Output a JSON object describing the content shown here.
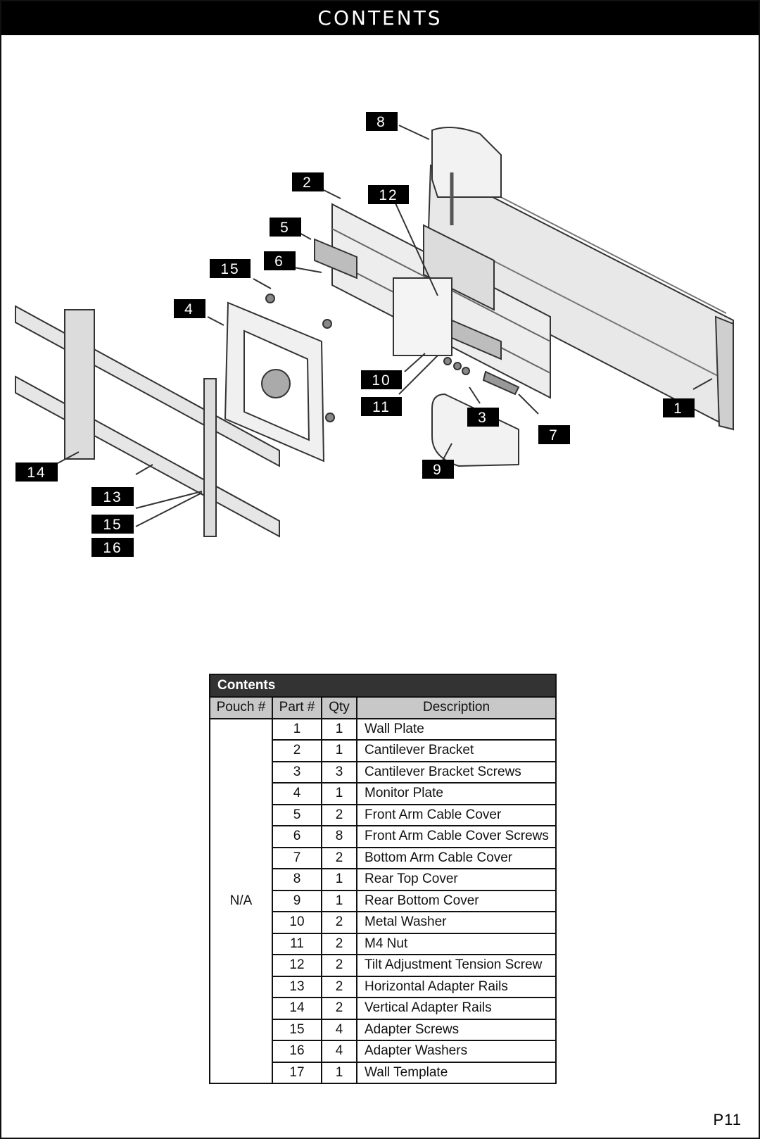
{
  "header": {
    "title": "CONTENTS"
  },
  "diagram": {
    "labels": [
      "8",
      "2",
      "12",
      "5",
      "6",
      "15",
      "4",
      "10",
      "11",
      "3",
      "7",
      "1",
      "9",
      "14",
      "13",
      "15",
      "16"
    ]
  },
  "table": {
    "title": "Contents",
    "columns": [
      "Pouch #",
      "Part #",
      "Qty",
      "Description"
    ],
    "pouch": "N/A",
    "rows": [
      {
        "part": "1",
        "qty": "1",
        "desc": "Wall Plate"
      },
      {
        "part": "2",
        "qty": "1",
        "desc": "Cantilever Bracket"
      },
      {
        "part": "3",
        "qty": "3",
        "desc": "Cantilever Bracket Screws"
      },
      {
        "part": "4",
        "qty": "1",
        "desc": "Monitor Plate"
      },
      {
        "part": "5",
        "qty": "2",
        "desc": "Front Arm Cable Cover"
      },
      {
        "part": "6",
        "qty": "8",
        "desc": "Front Arm Cable Cover Screws"
      },
      {
        "part": "7",
        "qty": "2",
        "desc": "Bottom Arm Cable Cover"
      },
      {
        "part": "8",
        "qty": "1",
        "desc": "Rear Top Cover"
      },
      {
        "part": "9",
        "qty": "1",
        "desc": "Rear Bottom Cover"
      },
      {
        "part": "10",
        "qty": "2",
        "desc": "Metal Washer"
      },
      {
        "part": "11",
        "qty": "2",
        "desc": "M4 Nut"
      },
      {
        "part": "12",
        "qty": "2",
        "desc": "Tilt Adjustment Tension Screw"
      },
      {
        "part": "13",
        "qty": "2",
        "desc": "Horizontal Adapter Rails"
      },
      {
        "part": "14",
        "qty": "2",
        "desc": "Vertical Adapter Rails"
      },
      {
        "part": "15",
        "qty": "4",
        "desc": "Adapter Screws"
      },
      {
        "part": "16",
        "qty": "4",
        "desc": "Adapter Washers"
      },
      {
        "part": "17",
        "qty": "1",
        "desc": "Wall Template"
      }
    ]
  },
  "footer": {
    "page_number": "P11"
  }
}
